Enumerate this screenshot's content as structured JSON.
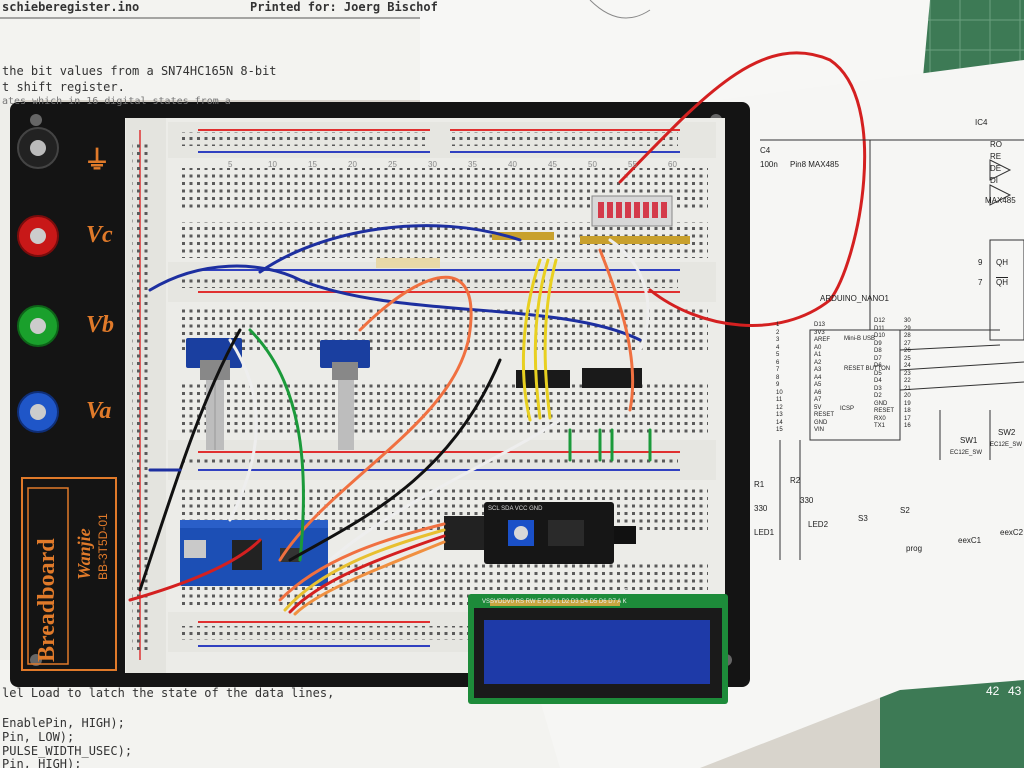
{
  "printout": {
    "header_left": "schieberegister.ino",
    "header_right": "Printed for: Joerg Bischof",
    "code_top": [
      "the bit values from a SN74HC165N 8-bit",
      "t shift register.",
      "",
      "ates which in 16 digital states from a"
    ],
    "code_bottom": [
      "lel Load to latch the state of the data lines,",
      "",
      "EnablePin, HIGH);",
      "Pin, LOW);",
      "PULSE_WIDTH_USEC);",
      "Pin, HIGH);"
    ]
  },
  "breadboard": {
    "brand": "Breadboard",
    "maker": "Wanjie",
    "model": "BB-3T5D-01",
    "posts": [
      {
        "label": "⏚",
        "color": "#222222"
      },
      {
        "label": "Vc",
        "color": "#d01818"
      },
      {
        "label": "Vb",
        "color": "#19a02a"
      },
      {
        "label": "Va",
        "color": "#1f56c8"
      }
    ],
    "col_numbers": [
      "5",
      "10",
      "15",
      "20",
      "25",
      "30",
      "35",
      "40",
      "45",
      "50",
      "55",
      "60"
    ]
  },
  "lcd": {
    "pin_labels": "VSSVDDV0 RS RW E  D0 D1 D2 D3 D4 D5 D6 D7 A  K",
    "pin_count": "16"
  },
  "i2c_module": {
    "label": "SCL SDA VCC GND"
  },
  "schematic": {
    "cap_label": "C4",
    "cap_value": "100n",
    "cap_note": "Pin8 MAX485",
    "ic_label": "IC4",
    "ic_name": "MAX485",
    "ic_pins": [
      "RO",
      "RE",
      "DE",
      "DI"
    ],
    "arduino_title": "ARDUINO_NANO1",
    "arduino_left_pins": [
      "D13",
      "3V3",
      "AREF",
      "A0",
      "A1",
      "A2",
      "A3",
      "A4",
      "A5",
      "A6",
      "A7",
      "5V",
      "RESET",
      "GND",
      "VIN"
    ],
    "arduino_left_nums": [
      "1",
      "2",
      "3",
      "4",
      "5",
      "6",
      "7",
      "8",
      "9",
      "10",
      "11",
      "12",
      "13",
      "14",
      "15"
    ],
    "arduino_right_pins": [
      "D12",
      "D11",
      "D10",
      "D9",
      "D8",
      "D7",
      "D6",
      "D5",
      "D4",
      "D3",
      "D2",
      "GND",
      "RESET",
      "RX0",
      "TX1"
    ],
    "arduino_right_nums": [
      "30",
      "29",
      "28",
      "27",
      "26",
      "25",
      "24",
      "23",
      "22",
      "21",
      "20",
      "19",
      "18",
      "17",
      "16"
    ],
    "usb_label": "Mini-B USB",
    "reset_label": "RESET BUTTON",
    "icsp_label": "ICSP",
    "r1": "R1",
    "r2": "R2",
    "r_value": "330",
    "led1": "LED1",
    "led2": "LED2",
    "sw1": "SW1",
    "sw2": "SW2",
    "sw_part": "EC12E_SW",
    "s3": "S3",
    "s2": "S2",
    "prog": "prog",
    "encC1": "eexC1",
    "encC2": "eexC2",
    "pin9": "9",
    "pin7": "7",
    "qh": "QH",
    "qh_bar": "QH"
  },
  "mat_numbers": [
    "42",
    "43"
  ]
}
